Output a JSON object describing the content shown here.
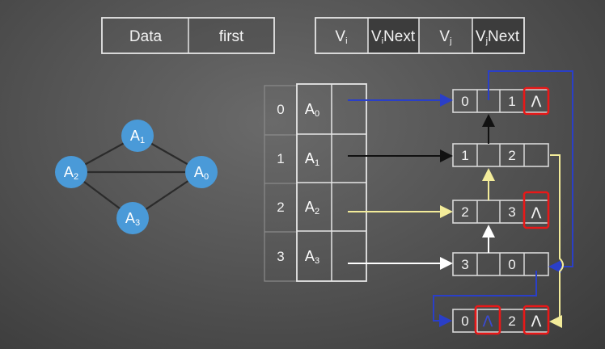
{
  "vertex_header": {
    "data": "Data",
    "first": "first"
  },
  "edge_header": {
    "vi": "V",
    "vi_sub": "i",
    "vinext": "V",
    "vinext_sub": "i",
    "vinext_rest": "Next",
    "vj": "V",
    "vj_sub": "j",
    "vjnext": "V",
    "vjnext_sub": "j",
    "vjnext_rest": "Next"
  },
  "graph": {
    "nodes": [
      {
        "name": "A",
        "sub": "1"
      },
      {
        "name": "A",
        "sub": "2"
      },
      {
        "name": "A",
        "sub": "0"
      },
      {
        "name": "A",
        "sub": "3"
      }
    ]
  },
  "vertex_table": {
    "rows": [
      {
        "index": "0",
        "name": "A",
        "sub": "0"
      },
      {
        "index": "1",
        "name": "A",
        "sub": "1"
      },
      {
        "index": "2",
        "name": "A",
        "sub": "2"
      },
      {
        "index": "3",
        "name": "A",
        "sub": "3"
      }
    ]
  },
  "edge_nodes": [
    {
      "vi": "0",
      "vj": "1",
      "vjnext": "Λ"
    },
    {
      "vi": "1",
      "vj": "2"
    },
    {
      "vi": "2",
      "vj": "3",
      "vjnext": "Λ"
    },
    {
      "vi": "3",
      "vj": "0"
    },
    {
      "vi": "0",
      "vinext": "Λ",
      "vj": "2",
      "vjnext": "Λ"
    }
  ],
  "colors": {
    "node_fill": "#4a9ad8",
    "blue_arrow": "#2a3fc8",
    "yellow_arrow": "#f3ec9a",
    "black_arrow": "#111111",
    "white_arrow": "#ffffff",
    "highlight": "#e81818"
  }
}
